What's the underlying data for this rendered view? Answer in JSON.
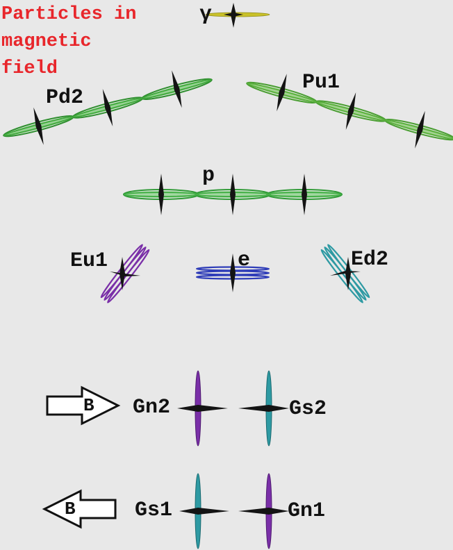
{
  "title_lines": [
    "Particles in",
    "magnetic",
    "field"
  ],
  "particles": {
    "gamma": "γ",
    "pd2": "Pd2",
    "pu1": "Pu1",
    "p": "p",
    "eu1": "Eu1",
    "e": "e",
    "ed2": "Ed2",
    "gn2": "Gn2",
    "gs2": "Gs2",
    "gs1": "Gs1",
    "gn1": "Gn1"
  },
  "field_arrows": {
    "right_label": "B",
    "left_label": "B"
  },
  "colors": {
    "title": "#e8262b",
    "gamma": "#c9c12a",
    "green": "#3fae3b",
    "blue": "#2f3db8",
    "purple": "#7a2fa8",
    "teal": "#2e9aa3",
    "spike": "#141414",
    "background": "#e8e8e8"
  }
}
